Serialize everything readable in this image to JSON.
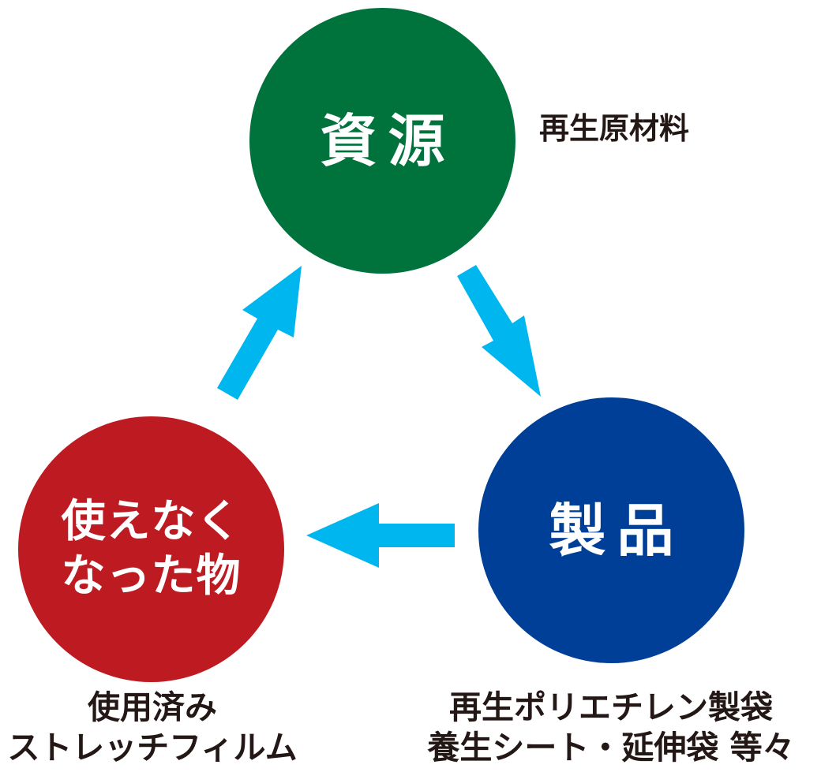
{
  "colors": {
    "resource": "#00733c",
    "product": "#003f98",
    "used": "#be1a21",
    "arrow": "#00b6ef",
    "caption_text": "#231815"
  },
  "nodes": {
    "resource": {
      "label": "資源",
      "caption": "再生原材料"
    },
    "product": {
      "label": "製品",
      "caption_line1": "再生ポリエチレン製袋",
      "caption_line2": "養生シート・延伸袋 等々"
    },
    "used": {
      "label_line1": "使えなく",
      "label_line2": "なった物",
      "caption_line1": "使用済み",
      "caption_line2": "ストレッチフィルム"
    }
  },
  "arrows": [
    {
      "from": "resource",
      "to": "product",
      "icon": "arrow-icon"
    },
    {
      "from": "product",
      "to": "used",
      "icon": "arrow-icon"
    },
    {
      "from": "used",
      "to": "resource",
      "icon": "arrow-icon"
    }
  ]
}
